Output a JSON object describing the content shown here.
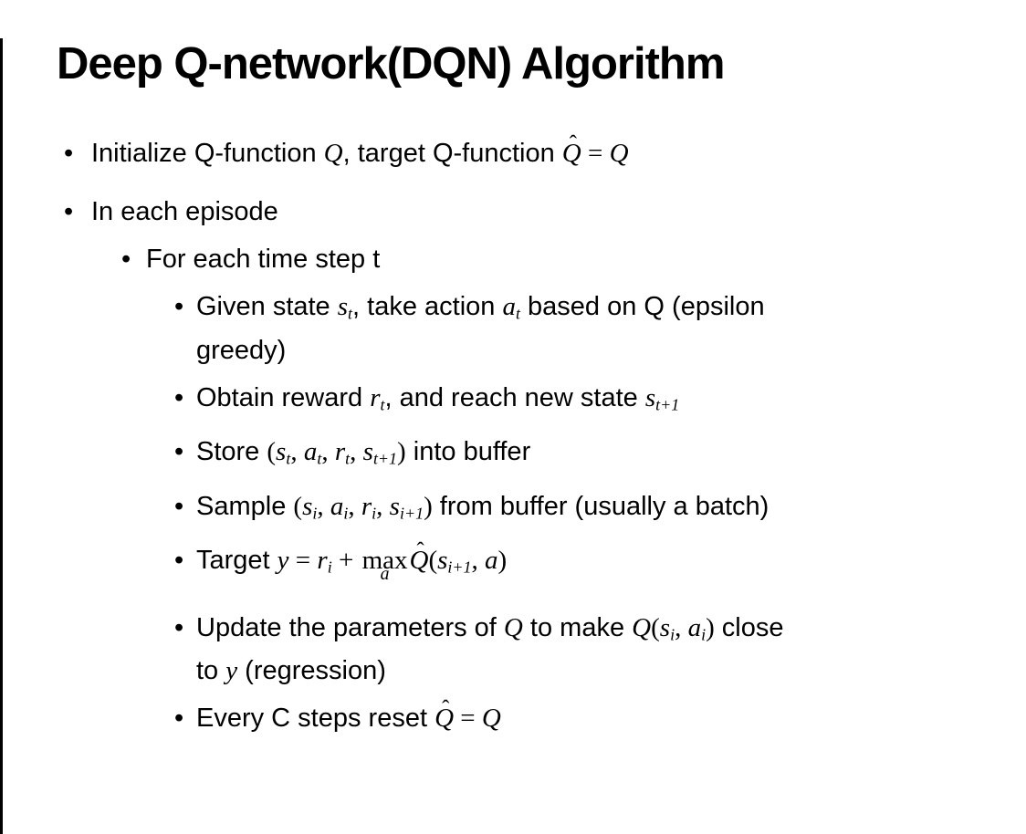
{
  "slide": {
    "title": "Deep Q-network(DQN) Algorithm",
    "bullets": [
      {
        "level": 1,
        "segments": [
          {
            "t": "t",
            "v": "Initialize Q-function "
          },
          {
            "t": "v",
            "v": "Q"
          },
          {
            "t": "t",
            "v": ", target Q-function "
          },
          {
            "t": "hat",
            "v": "Q",
            "hat": "ˆ"
          },
          {
            "t": "m",
            "v": " = "
          },
          {
            "t": "v",
            "v": "Q"
          }
        ]
      },
      {
        "level": 1,
        "segments": [
          {
            "t": "t",
            "v": "In each episode"
          }
        ]
      },
      {
        "level": 2,
        "segments": [
          {
            "t": "t",
            "v": "For each time step t"
          }
        ]
      },
      {
        "level": 3,
        "segments": [
          {
            "t": "t",
            "v": "Given state "
          },
          {
            "t": "vs",
            "v": "s",
            "sub": "t"
          },
          {
            "t": "t",
            "v": ", take action "
          },
          {
            "t": "vs",
            "v": "a",
            "sub": "t"
          },
          {
            "t": "t",
            "v": " based on Q (epsilon"
          },
          {
            "t": "br"
          },
          {
            "t": "t",
            "v": "greedy)"
          }
        ]
      },
      {
        "level": 3,
        "segments": [
          {
            "t": "t",
            "v": "Obtain reward "
          },
          {
            "t": "vs",
            "v": "r",
            "sub": "t"
          },
          {
            "t": "t",
            "v": ", and reach new state "
          },
          {
            "t": "vs",
            "v": "s",
            "sub": "t+1"
          }
        ]
      },
      {
        "level": 3,
        "segments": [
          {
            "t": "t",
            "v": "Store "
          },
          {
            "t": "m",
            "v": "("
          },
          {
            "t": "vs",
            "v": "s",
            "sub": "t"
          },
          {
            "t": "m",
            "v": ", "
          },
          {
            "t": "vs",
            "v": "a",
            "sub": "t"
          },
          {
            "t": "m",
            "v": ", "
          },
          {
            "t": "vs",
            "v": "r",
            "sub": "t"
          },
          {
            "t": "m",
            "v": ", "
          },
          {
            "t": "vs",
            "v": "s",
            "sub": "t+1"
          },
          {
            "t": "m",
            "v": ")"
          },
          {
            "t": "t",
            "v": " into buffer"
          }
        ]
      },
      {
        "level": 3,
        "segments": [
          {
            "t": "t",
            "v": "Sample "
          },
          {
            "t": "m",
            "v": "("
          },
          {
            "t": "vs",
            "v": "s",
            "sub": "i"
          },
          {
            "t": "m",
            "v": ", "
          },
          {
            "t": "vs",
            "v": "a",
            "sub": "i"
          },
          {
            "t": "m",
            "v": ", "
          },
          {
            "t": "vs",
            "v": "r",
            "sub": "i"
          },
          {
            "t": "m",
            "v": ", "
          },
          {
            "t": "vs",
            "v": "s",
            "sub": "i+1"
          },
          {
            "t": "m",
            "v": ")"
          },
          {
            "t": "t",
            "v": " from buffer (usually a batch)"
          }
        ]
      },
      {
        "level": 3,
        "segments": [
          {
            "t": "t",
            "v": "Target "
          },
          {
            "t": "v",
            "v": "y"
          },
          {
            "t": "m",
            "v": " = "
          },
          {
            "t": "vs",
            "v": "r",
            "sub": "i"
          },
          {
            "t": "m",
            "v": " + "
          },
          {
            "t": "underop",
            "op": "max",
            "under": "a"
          },
          {
            "t": "hat",
            "v": "Q",
            "hat": "ˆ"
          },
          {
            "t": "m",
            "v": "("
          },
          {
            "t": "vs",
            "v": "s",
            "sub": "i+1"
          },
          {
            "t": "m",
            "v": ", "
          },
          {
            "t": "v",
            "v": "a"
          },
          {
            "t": "m",
            "v": ")"
          }
        ]
      },
      {
        "level": 3,
        "segments": [
          {
            "t": "t",
            "v": "Update the parameters of "
          },
          {
            "t": "v",
            "v": "Q"
          },
          {
            "t": "t",
            "v": " to make "
          },
          {
            "t": "v",
            "v": "Q"
          },
          {
            "t": "m",
            "v": "("
          },
          {
            "t": "vs",
            "v": "s",
            "sub": "i"
          },
          {
            "t": "m",
            "v": ", "
          },
          {
            "t": "vs",
            "v": "a",
            "sub": "i"
          },
          {
            "t": "m",
            "v": ")"
          },
          {
            "t": "t",
            "v": " close"
          },
          {
            "t": "br"
          },
          {
            "t": "t",
            "v": "to "
          },
          {
            "t": "v",
            "v": "y"
          },
          {
            "t": "t",
            "v": " (regression)"
          }
        ]
      },
      {
        "level": 3,
        "segments": [
          {
            "t": "t",
            "v": "Every C steps reset "
          },
          {
            "t": "hat",
            "v": "Q",
            "hat": "ˆ"
          },
          {
            "t": "m",
            "v": " = "
          },
          {
            "t": "v",
            "v": "Q"
          }
        ]
      }
    ],
    "bullet_glyph": "•"
  },
  "colors": {
    "text": "#000000",
    "background": "#ffffff",
    "border": "#000000"
  }
}
